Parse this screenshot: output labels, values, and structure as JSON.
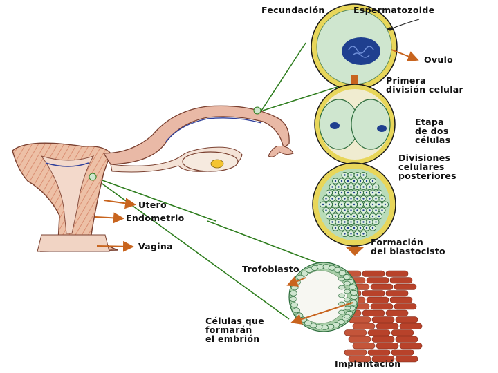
{
  "labels": {
    "fecundacion": "Fecundación",
    "espermatozoide": "Espermatozoide",
    "ovulo": "Ovulo",
    "primera_division": "Primera\ndivisión celular",
    "etapa_dos_celulas": "Etapa\nde dos\ncélulas",
    "divisiones_posteriores": "Divisiones\ncelulares\nposteriores",
    "formacion_blastocisto": "Formación\ndel blastocisto",
    "trofoblasto": "Trofoblasto",
    "celulas_embrion": "Células que\nformarán\nel embrión",
    "implantacion": "Implantación",
    "utero": "Utero",
    "endometrio": "Endometrio",
    "vagina": "Vagina"
  },
  "colors": {
    "arrow": "#c8641e",
    "leader_line": "#2e7d1e",
    "cell_fill": "#cfe6cf",
    "cell_ring": "#e8d65a",
    "nucleus": "#1f3f8f",
    "uterus_tissue": "#e8b39a",
    "endometrium_cells": "#b8422a"
  }
}
